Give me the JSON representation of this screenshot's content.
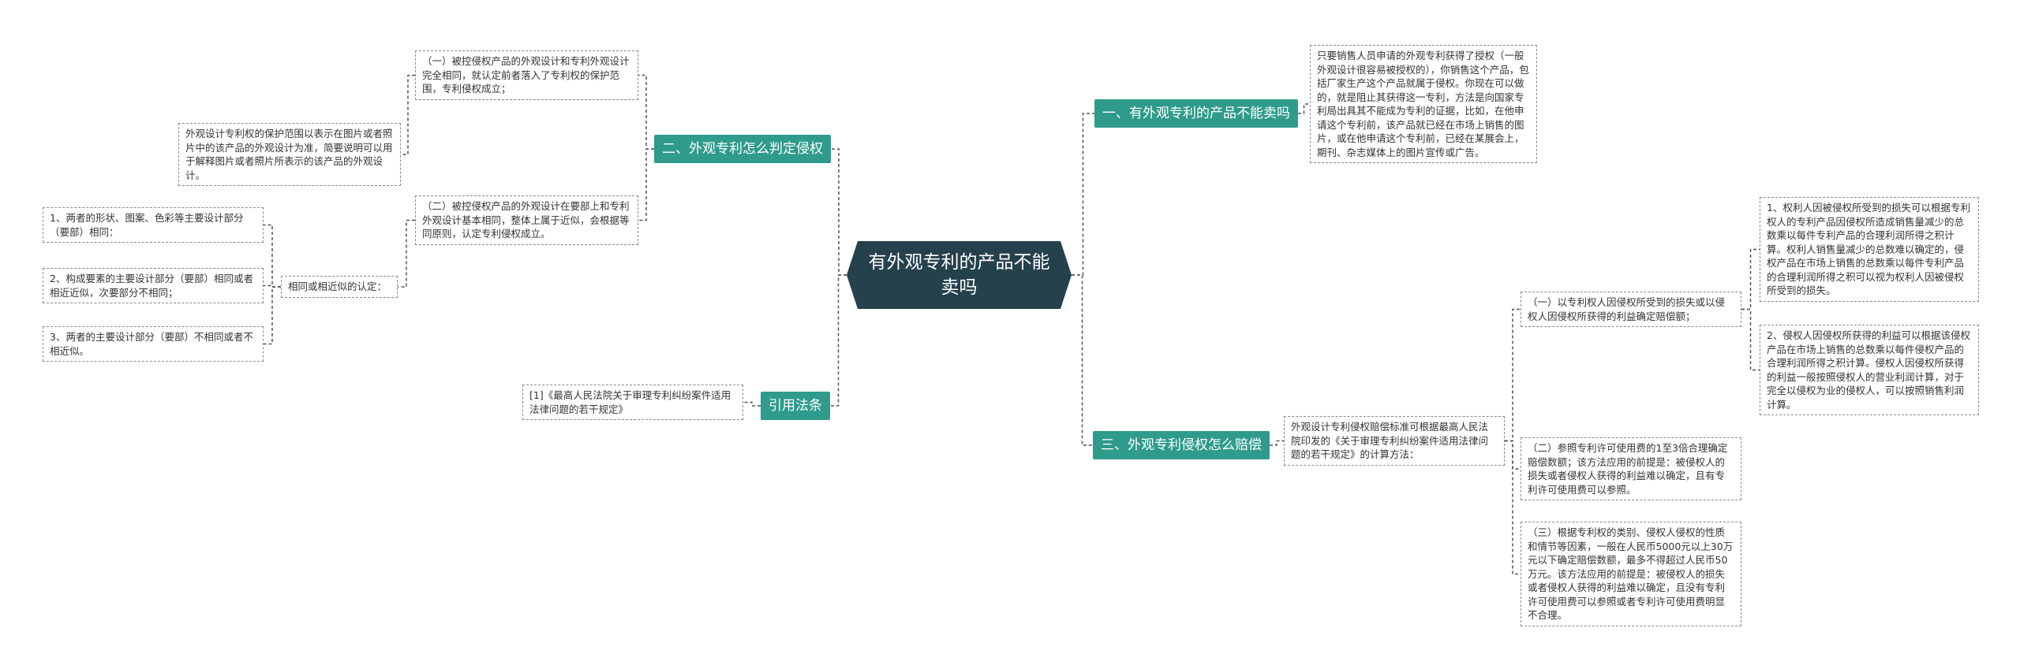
{
  "root": "有外观专利的产品不能卖吗",
  "branches": {
    "b1": {
      "label": "一、有外观专利的产品不能卖吗",
      "text": "只要销售人员申请的外观专利获得了授权（一般外观设计很容易被授权的），你销售这个产品，包括厂家生产这个产品就属于侵权。你现在可以做的，就是阻止其获得这一专利，方法是向国家专利局出具其不能成为专利的证据，比如，在他申请这个专利前，该产品就已经在市场上销售的图片，或在他申请这个专利前，已经在某展会上，期刊、杂志媒体上的图片宣传或广告。"
    },
    "b2": {
      "label": "二、外观专利怎么判定侵权",
      "item1": "（一）被控侵权产品的外观设计和专利外观设计完全相同，就认定前者落入了专利权的保护范围，专利侵权成立；",
      "protection": "外观设计专利权的保护范围以表示在图片或者照片中的该产品的外观设计为准，简要说明可以用于解释图片或者照片所表示的该产品的外观设计。",
      "item2": "（二）被控侵权产品的外观设计在要部上和专利外观设计基本相同，整体上属于近似，会根据等同原则，认定专利侵权成立。",
      "similar": "相同或相近似的认定：",
      "sub1": "1、两者的形状、图案、色彩等主要设计部分（要部）相同：",
      "sub2": "2、构成要素的主要设计部分（要部）相同或者相近近似，次要部分不相同；",
      "sub3": "3、两者的主要设计部分（要部）不相同或者不相近似。"
    },
    "b3": {
      "label": "三、外观专利侵权怎么赔偿",
      "intro": "外观设计专利侵权赔偿标准可根据最高人民法院印发的《关于审理专利纠纷案件适用法律问题的若干规定》的计算方法：",
      "c1": "（一）以专利权人因侵权所受到的损失或以侵权人因侵权所获得的利益确定赔偿额；",
      "c1a": "1、权利人因被侵权所受到的损失可以根据专利权人的专利产品因侵权所造成销售量减少的总数乘以每件专利产品的合理利润所得之积计算。权利人销售量减少的总数难以确定的，侵权产品在市场上销售的总数乘以每件专利产品的合理利润所得之积可以视为权利人因被侵权所受到的损失。",
      "c1b": "2、侵权人因侵权所获得的利益可以根据该侵权产品在市场上销售的总数乘以每件侵权产品的合理利润所得之积计算。侵权人因侵权所获得的利益一般按照侵权人的营业利润计算，对于完全以侵权为业的侵权人，可以按照销售利润计算。",
      "c2": "（二）参照专利许可使用费的1至3倍合理确定赔偿数额；该方法应用的前提是：被侵权人的损失或者侵权人获得的利益难以确定，且有专利许可使用费可以参照。",
      "c3": "（三）根据专利权的类别、侵权人侵权的性质和情节等因素，一般在人民币5000元以上30万元以下确定赔偿数额，最多不得超过人民币50万元。该方法应用的前提是：被侵权人的损失或者侵权人获得的利益难以确定，且没有专利许可使用费可以参照或者专利许可使用费明显不合理。"
    },
    "b4": {
      "label": "引用法条",
      "ref": "[1]《最高人民法院关于审理专利纠纷案件适用法律问题的若干规定》"
    }
  },
  "colors": {
    "root": "#24414c",
    "branch": "#2e9b8b",
    "line": "#555555",
    "leaf_border": "#8a8a8a"
  }
}
